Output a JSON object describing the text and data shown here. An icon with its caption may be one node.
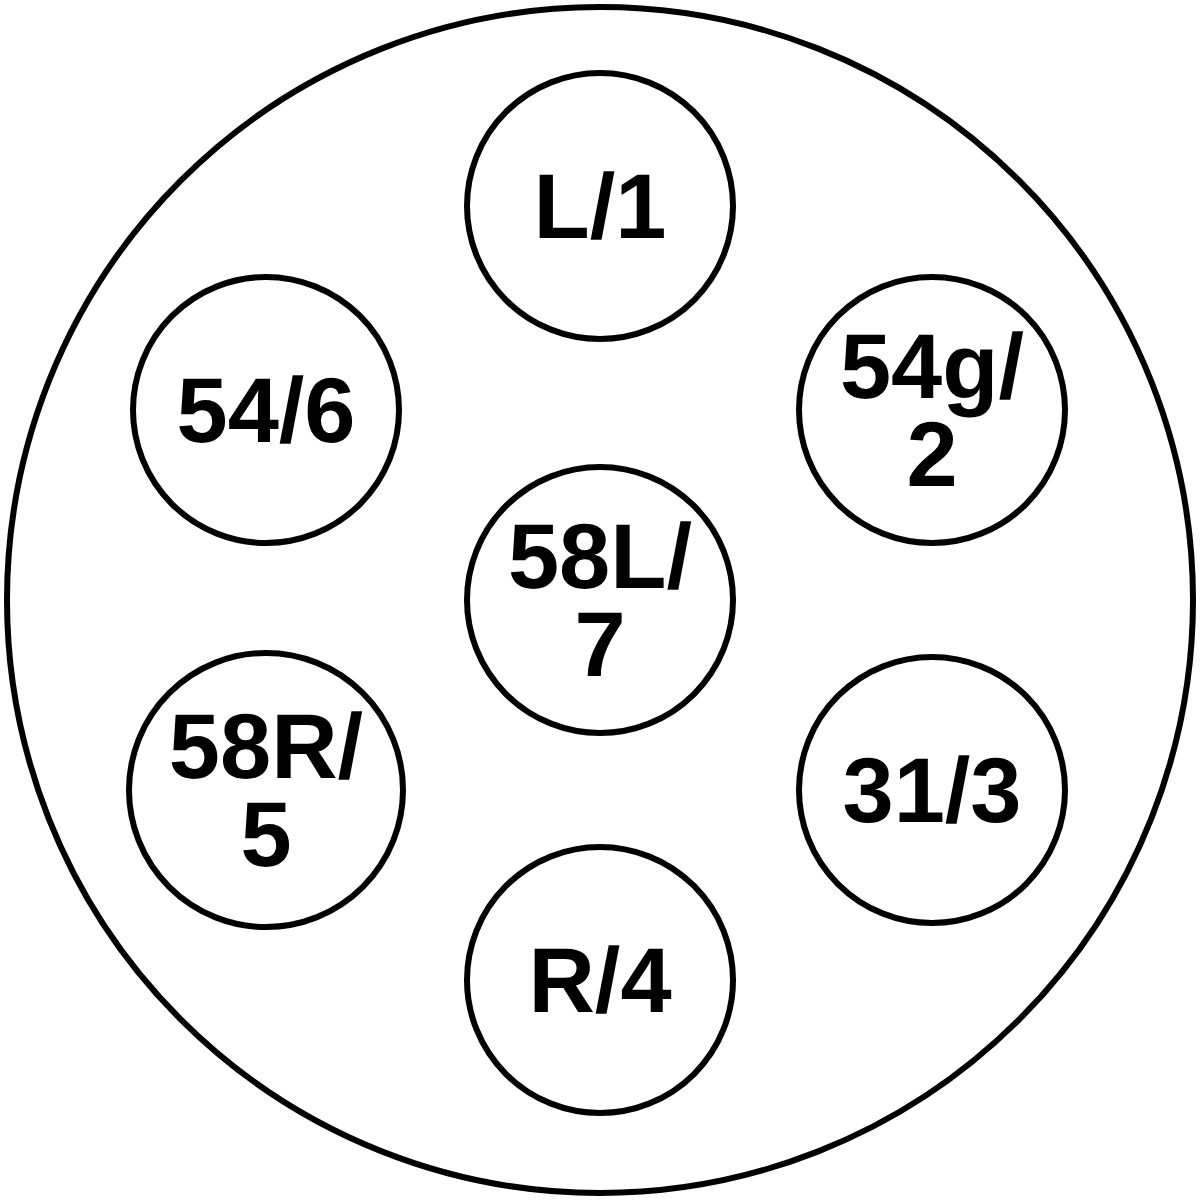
{
  "diagram": {
    "nodes": [
      {
        "text": [],
        "shape": "circle"
      },
      {
        "text": [
          "L/1"
        ],
        "in": 0
      },
      {
        "text": [
          "54/6"
        ],
        "in": 0
      },
      {
        "text": [
          "54g/ 2"
        ],
        "in": 0
      },
      {
        "text": [
          "58L/ 7"
        ],
        "in": 0
      },
      {
        "text": [
          "58R/ 5"
        ],
        "in": 0
      },
      {
        "text": [
          "31/3"
        ],
        "in": 0
      },
      {
        "text": [
          "R/4"
        ],
        "in": 0
      }
    ],
    "edges": []
  }
}
